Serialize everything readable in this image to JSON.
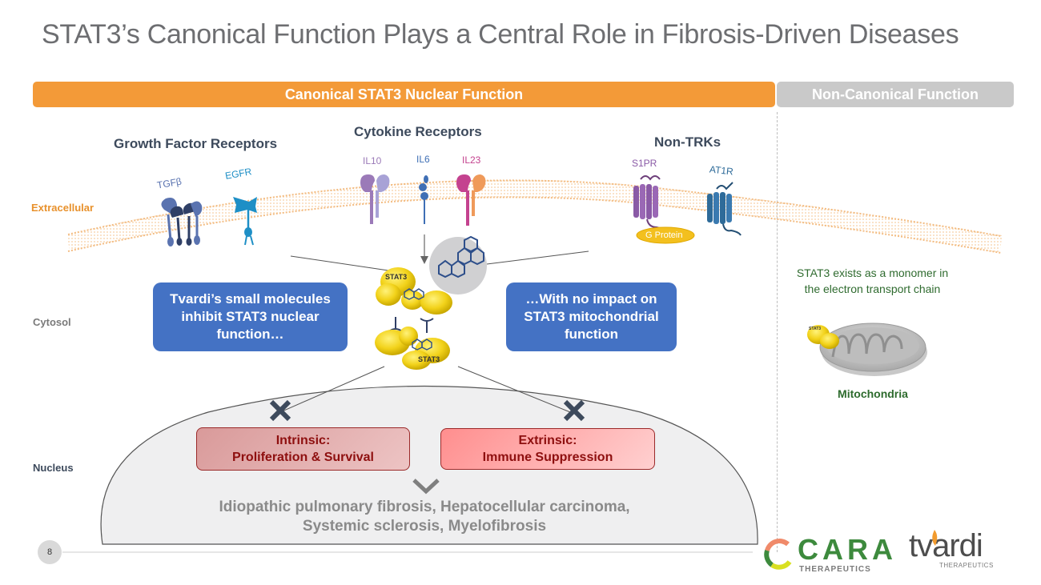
{
  "slide": {
    "title": "STAT3’s Canonical Function Plays a Central Role in Fibrosis-Driven Diseases",
    "page_number": "8"
  },
  "bands": {
    "canonical": "Canonical STAT3 Nuclear Function",
    "non_canonical": "Non-Canonical Function"
  },
  "zones": {
    "extracellular": "Extracellular",
    "cytosol": "Cytosol",
    "nucleus": "Nucleus"
  },
  "receptor_groups": [
    {
      "title": "Growth Factor Receptors",
      "receptors": [
        {
          "label": "TGFβ",
          "color": "#5a73b0"
        },
        {
          "label": "EGFR",
          "color": "#1e8fc6"
        }
      ]
    },
    {
      "title": "Cytokine Receptors",
      "receptors": [
        {
          "label": "IL10",
          "color": "#9b7ab8"
        },
        {
          "label": "IL6",
          "color": "#3f6fb5"
        },
        {
          "label": "IL23",
          "color": "#c4428f"
        }
      ]
    },
    {
      "title": "Non-TRKs",
      "receptors": [
        {
          "label": "S1PR",
          "color": "#8a5aa6"
        },
        {
          "label": "AT1R",
          "color": "#2e6b99"
        }
      ]
    }
  ],
  "g_protein": "G Protein",
  "stat3": {
    "label_top": "STAT3",
    "label_bottom": "STAT3",
    "label_mito": "STAT3"
  },
  "callouts": {
    "left": "Tvardi’s small molecules inhibit STAT3 nuclear function…",
    "right": "…With no impact on STAT3 mitochondrial function"
  },
  "outcomes": {
    "intrinsic": {
      "heading": "Intrinsic:",
      "body": "Proliferation & Survival"
    },
    "extrinsic": {
      "heading": "Extrinsic:",
      "body": "Immune Suppression"
    }
  },
  "diseases": "Idiopathic pulmonary fibrosis, Hepatocellular carcinoma, Systemic sclerosis, Myelofibrosis",
  "mitochondria": {
    "description": "STAT3 exists as a monomer in the electron transport chain",
    "label": "Mitochondria"
  },
  "logos": {
    "cara": {
      "name": "CARA",
      "sub": "THERAPEUTICS"
    },
    "tvardi": {
      "name": "tvardi",
      "sub": "THERAPEUTICS"
    }
  },
  "colors": {
    "canonical_band": "#f39a38",
    "non_canonical_band": "#c9c9c9",
    "callout_blue": "#4472c4",
    "membrane": "#f5c48e",
    "stat3_yellow": "#f2d21a",
    "outcome_text": "#8e0f0f"
  }
}
